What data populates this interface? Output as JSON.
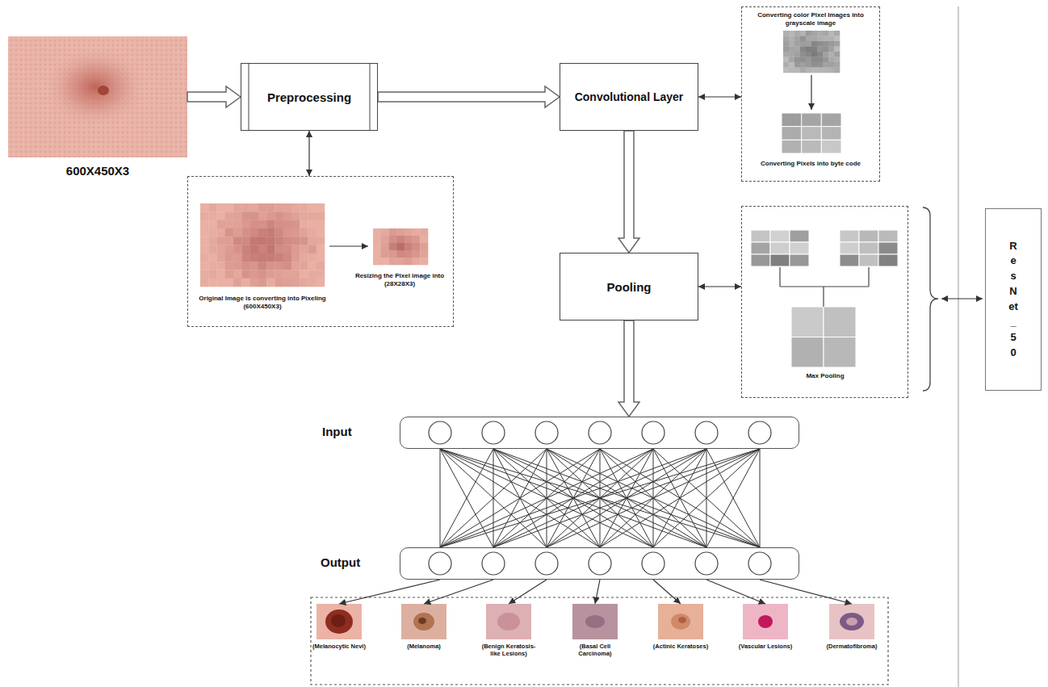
{
  "diagram": {
    "nodes": [
      {
        "text": [
          "600X450X3"
        ]
      },
      {
        "text": [
          "Preprocessing"
        ]
      },
      {
        "text": [
          "Convolutional Layer"
        ]
      },
      {
        "text": [
          "Converting color Pixel Images into grayscale image",
          "Converting Pixels into byte code"
        ]
      },
      {
        "text": [
          "Original Image is converting into Pixeling (600X450X3)",
          "Resizing the Pixel image into (28X28X3)"
        ]
      },
      {
        "text": [
          "Pooling"
        ]
      },
      {
        "text": [
          "Max Pooling"
        ]
      },
      {
        "text": [
          "ResNet_50"
        ]
      },
      {
        "text": [
          "Input"
        ]
      },
      {
        "text": [
          "Output"
        ]
      },
      {
        "text": [
          "(Melanocytic Nevi)"
        ]
      },
      {
        "text": [
          "(Melanoma)"
        ]
      },
      {
        "text": [
          "(Benign Keratosis-like Lesions)"
        ]
      },
      {
        "text": [
          "(Basal Cell Carcinoma)"
        ]
      },
      {
        "text": [
          "(Actinic Keratoses)"
        ]
      },
      {
        "text": [
          "(Vascular Lesions)"
        ]
      },
      {
        "text": [
          "(Dermatofibroma)"
        ]
      }
    ],
    "edges": [
      {
        "from": 0,
        "to": 1,
        "arrow": "to"
      },
      {
        "from": 1,
        "to": 2,
        "arrow": "to"
      },
      {
        "from": 1,
        "to": 4,
        "arrow": "both"
      },
      {
        "from": 2,
        "to": 3,
        "arrow": "both"
      },
      {
        "from": 2,
        "to": 5,
        "arrow": "to"
      },
      {
        "from": 5,
        "to": 6,
        "arrow": "both"
      },
      {
        "from": 5,
        "to": 8,
        "arrow": "to"
      },
      {
        "from": 8,
        "to": 9,
        "arrow": "none"
      },
      {
        "from": 9,
        "to": 10,
        "arrow": "to"
      },
      {
        "from": 9,
        "to": 11,
        "arrow": "to"
      },
      {
        "from": 9,
        "to": 12,
        "arrow": "to"
      },
      {
        "from": 9,
        "to": 13,
        "arrow": "to"
      },
      {
        "from": 9,
        "to": 14,
        "arrow": "to"
      },
      {
        "from": 9,
        "to": 15,
        "arrow": "to"
      },
      {
        "from": 9,
        "to": 16,
        "arrow": "to"
      }
    ]
  }
}
